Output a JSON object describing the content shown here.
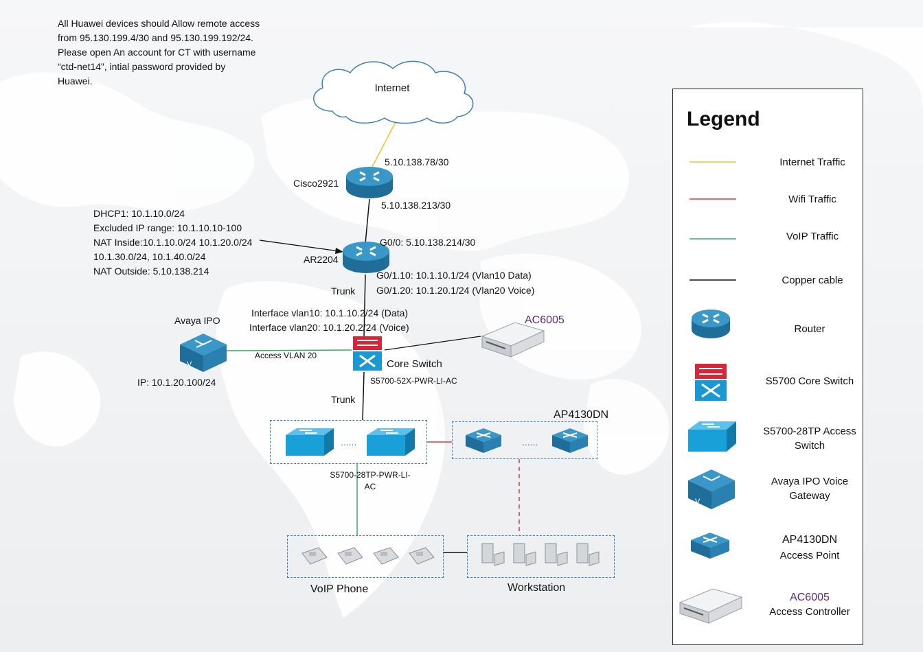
{
  "note": "All Huawei devices should Allow remote access from 95.130.199.4/30 and 95.130.199.192/24. Please open An account for CT with username “ctd-net14”, intial password provided by Huawei.",
  "dhcp_note": {
    "line1": "DHCP1: 10.1.10.0/24",
    "line2": "Excluded IP range: 10.1.10.10-100",
    "line3": "NAT Inside:10.1.10.0/24 10.1.20.0/24",
    "line4": "10.1.30.0/24, 10.1.40.0/24",
    "line5": "NAT Outside: 5.10.138.214"
  },
  "nodes": {
    "internet": "Internet",
    "cisco": "Cisco2921",
    "ar": "AR2204",
    "avaya_title": "Avaya IPO",
    "avaya_ip": "IP: 10.1.20.100/24",
    "ac_name": "AC6005",
    "core_name": "Core Switch",
    "core_model": "S5700-52X-PWR-LI-AC",
    "ap_group": "AP4130DN",
    "access_model": "S5700-28TP-PWR-LI-AC",
    "voip": "VoIP Phone",
    "workstation": "Workstation",
    "dots1": "......",
    "dots2": "......"
  },
  "links": {
    "cisco_up": "5.10.138.78/30",
    "cisco_down": "5.10.138.213/30",
    "ar_g00": "G0/0: 5.10.138.214/30",
    "ar_g110": "G0/1.10: 10.1.10.1/24 (Vlan10 Data)",
    "ar_g120": "G0/1.20: 10.1.20.1/24 (Vlan20 Voice)",
    "trunk_upper": "Trunk",
    "trunk_lower": "Trunk",
    "vlan10": "Interface vlan10: 10.1.10.2/24 (Data)",
    "vlan20": "Interface vlan20: 10.1.20.2/24 (Voice)",
    "access_vlan": "Access VLAN 20"
  },
  "legend": {
    "title": "Legend",
    "internet_traffic": "Internet Traffic",
    "wifi_traffic": "Wifi Traffic",
    "voip_traffic": "VoIP Traffic",
    "copper": "Copper cable",
    "router": "Router",
    "core_switch": "S5700 Core Switch",
    "access_switch": "S5700-28TP Access Switch",
    "avaya": "Avaya IPO Voice Gateway",
    "ap_name": "AP4130DN",
    "ap_desc": "Access Point",
    "ac_name": "AC6005",
    "ac_desc": "Access Controller"
  },
  "colors": {
    "internet_line": "#f2c032",
    "wifi_line": "#e0393e",
    "voip_line": "#3aaa6a",
    "copper_line": "#111111",
    "router_blue": "#2f86b5",
    "switch_blue": "#1aa0d8",
    "dashed_border": "#2e7fc9",
    "ac_label": "#5a2a7a"
  },
  "icons": [
    "cloud-icon",
    "router-icon",
    "core-switch-icon",
    "access-switch-icon",
    "voice-gateway-icon",
    "access-point-icon",
    "access-controller-icon",
    "ip-phone-icon",
    "workstation-icon"
  ]
}
